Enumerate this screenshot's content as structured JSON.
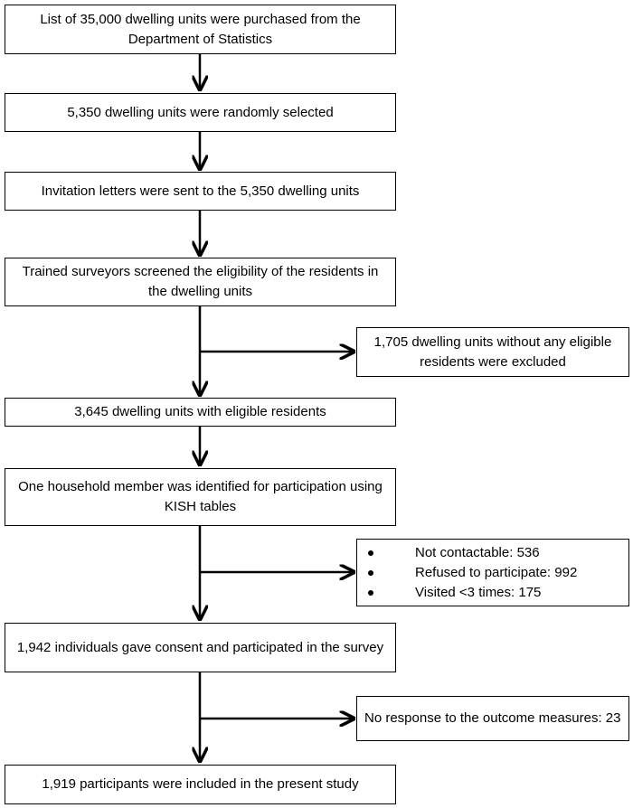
{
  "steps": [
    "List of 35,000 dwelling units were purchased from the Department of Statistics",
    "5,350 dwelling units were randomly selected",
    "Invitation letters were sent to the 5,350 dwelling units",
    "Trained surveyors screened the eligibility of the residents in the dwelling units",
    "3,645 dwelling units with eligible residents",
    "One household member was identified for participation using KISH tables",
    "1,942 individuals gave consent and participated in the survey",
    "1,919 participants were included in the present study"
  ],
  "exclusions": {
    "first": "1,705 dwelling units without any eligible residents were excluded",
    "second_items": [
      "Not contactable: 536",
      "Refused to participate: 992",
      "Visited <3 times: 175"
    ],
    "third": "No response to the outcome measures: 23"
  }
}
